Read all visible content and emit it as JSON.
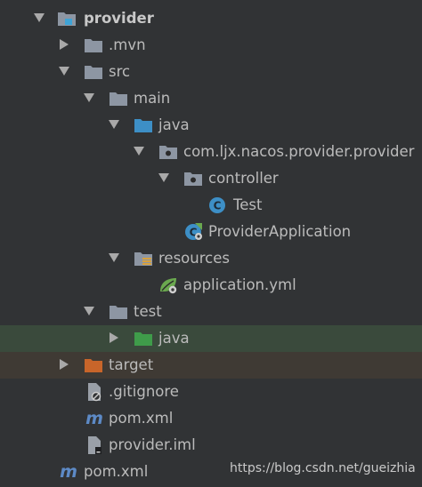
{
  "tree": {
    "root": "provider",
    "mvn": ".mvn",
    "src": "src",
    "main": "main",
    "java": "java",
    "package": "com.ljx.nacos.provider.provider",
    "controller": "controller",
    "test_class": "Test",
    "app_class": "ProviderApplication",
    "resources": "resources",
    "app_yml": "application.yml",
    "test_dir": "test",
    "test_java": "java",
    "target": "target",
    "gitignore": ".gitignore",
    "pom_inner": "pom.xml",
    "iml": "provider.iml",
    "pom_outer": "pom.xml"
  },
  "watermark": "https://blog.csdn.net/gueizhia",
  "colors": {
    "folder": "#8d96a3",
    "java_source": "#3d8fc6",
    "java_test": "#3f9c4a",
    "target": "#c8652a",
    "class": "#3d8fc6",
    "spring": "#6aa84f",
    "maven": "#5d8ac6",
    "highlight_test": "#3a4a3c",
    "highlight_target": "#3f3a34"
  }
}
